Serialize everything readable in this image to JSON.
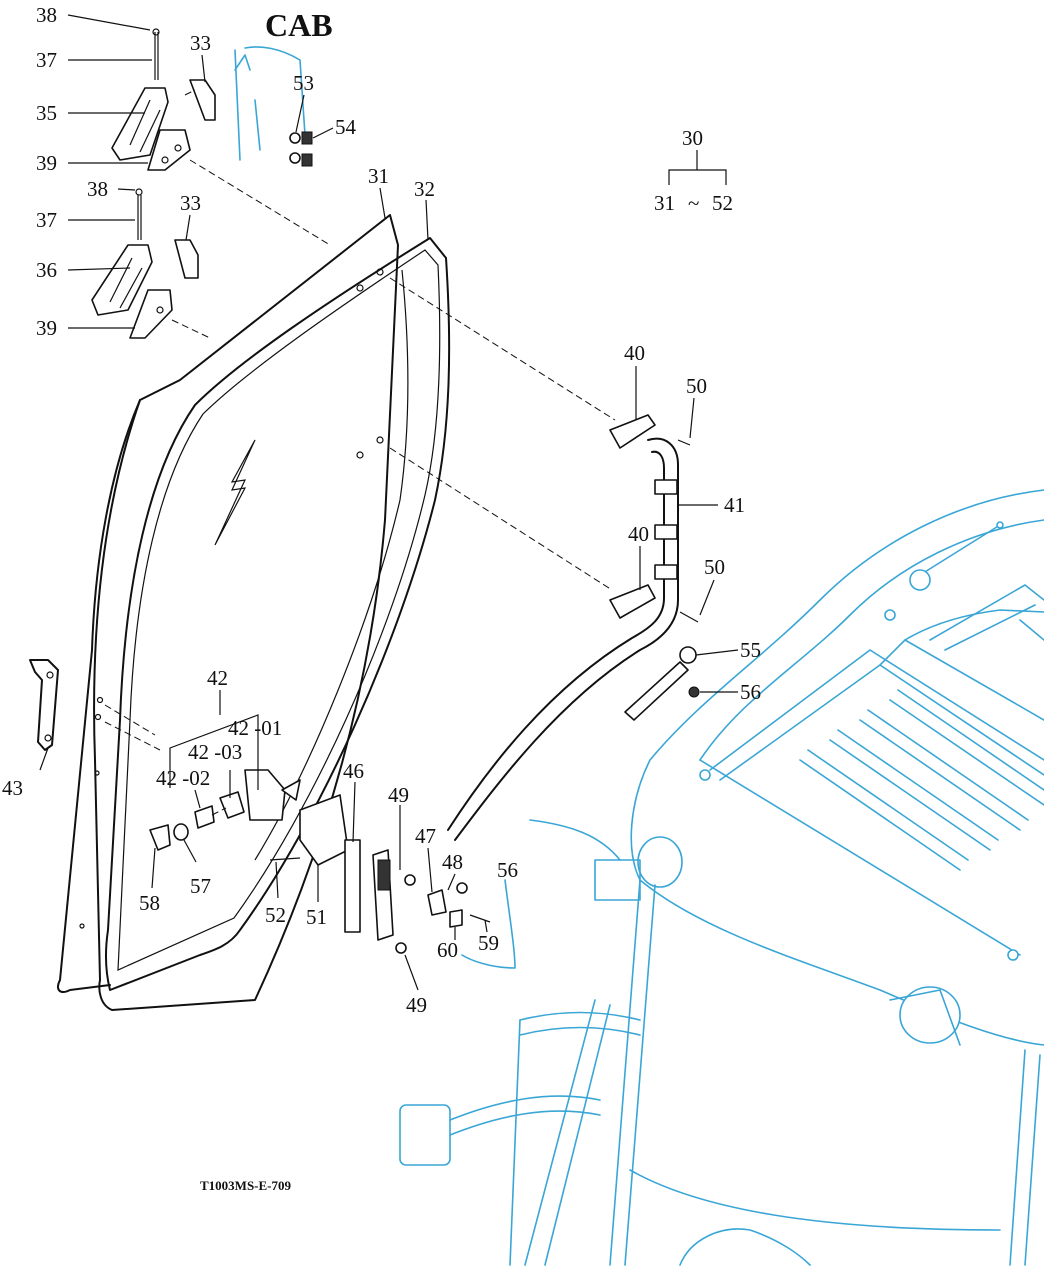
{
  "diagram": {
    "title": "CAB",
    "figure_code": "T1003MS-E-709",
    "assembly": {
      "label": "30",
      "range_start": "31",
      "range_sep": "~",
      "range_end": "52"
    },
    "labels": {
      "l38a": "38",
      "l37a": "37",
      "l35": "35",
      "l39a": "39",
      "l33a": "33",
      "l53": "53",
      "l54": "54",
      "l38b": "38",
      "l37b": "37",
      "l36": "36",
      "l39b": "39",
      "l33b": "33",
      "l31": "31",
      "l32": "32",
      "l40a": "40",
      "l50a": "50",
      "l41": "41",
      "l40b": "40",
      "l50b": "50",
      "l55": "55",
      "l56a": "56",
      "l42": "42",
      "l42_01": "42 -01",
      "l42_03": "42 -03",
      "l42_02": "42 -02",
      "l43": "43",
      "l58": "58",
      "l57": "57",
      "l52": "52",
      "l51": "51",
      "l46": "46",
      "l49a": "49",
      "l47": "47",
      "l48": "48",
      "l56b": "56",
      "l59": "59",
      "l60": "60",
      "l49b": "49"
    }
  }
}
